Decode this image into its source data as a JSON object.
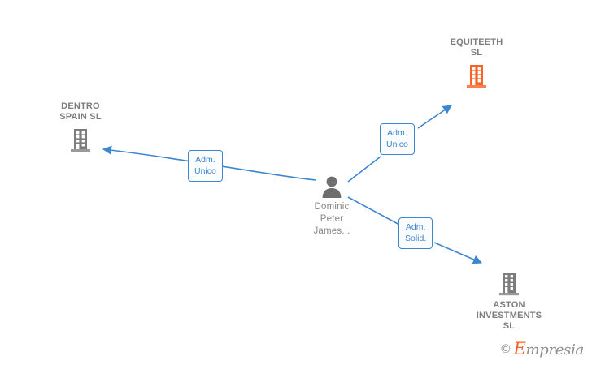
{
  "diagram": {
    "type": "corporate-relationship-network",
    "background": "#ffffff",
    "edge_color": "#3d86d0",
    "company_icon_color": "#7d7d7d",
    "highlight_icon_color": "#f9632a",
    "person_icon_color": "#6e6e6e",
    "label_text_color": "#7d7d7d"
  },
  "nodes": {
    "person": {
      "name": "Dominic\nPeter\nJames...",
      "icon": "person-avatar-icon",
      "kind": "person"
    },
    "dentro": {
      "name": "DENTRO\nSPAIN SL",
      "icon": "building-icon",
      "kind": "company",
      "highlighted": "false"
    },
    "equiteeth": {
      "name": "EQUITEETH\nSL",
      "icon": "building-icon",
      "kind": "company",
      "highlighted": "true"
    },
    "aston": {
      "name": "ASTON\nINVESTMENTS\nSL",
      "icon": "building-icon",
      "kind": "company",
      "highlighted": "false"
    }
  },
  "edges": [
    {
      "id": "person-to-dentro",
      "label": "Adm.\nUnico",
      "from": "person",
      "to": "dentro",
      "direction": "to-company"
    },
    {
      "id": "person-to-equiteeth",
      "label": "Adm.\nUnico",
      "from": "person",
      "to": "equiteeth",
      "direction": "to-company"
    },
    {
      "id": "person-to-aston",
      "label": "Adm.\nSolid.",
      "from": "person",
      "to": "aston",
      "direction": "to-company"
    }
  ],
  "watermark": {
    "copyright": "©",
    "brand_initial": "E",
    "brand_rest": "mpresia"
  }
}
